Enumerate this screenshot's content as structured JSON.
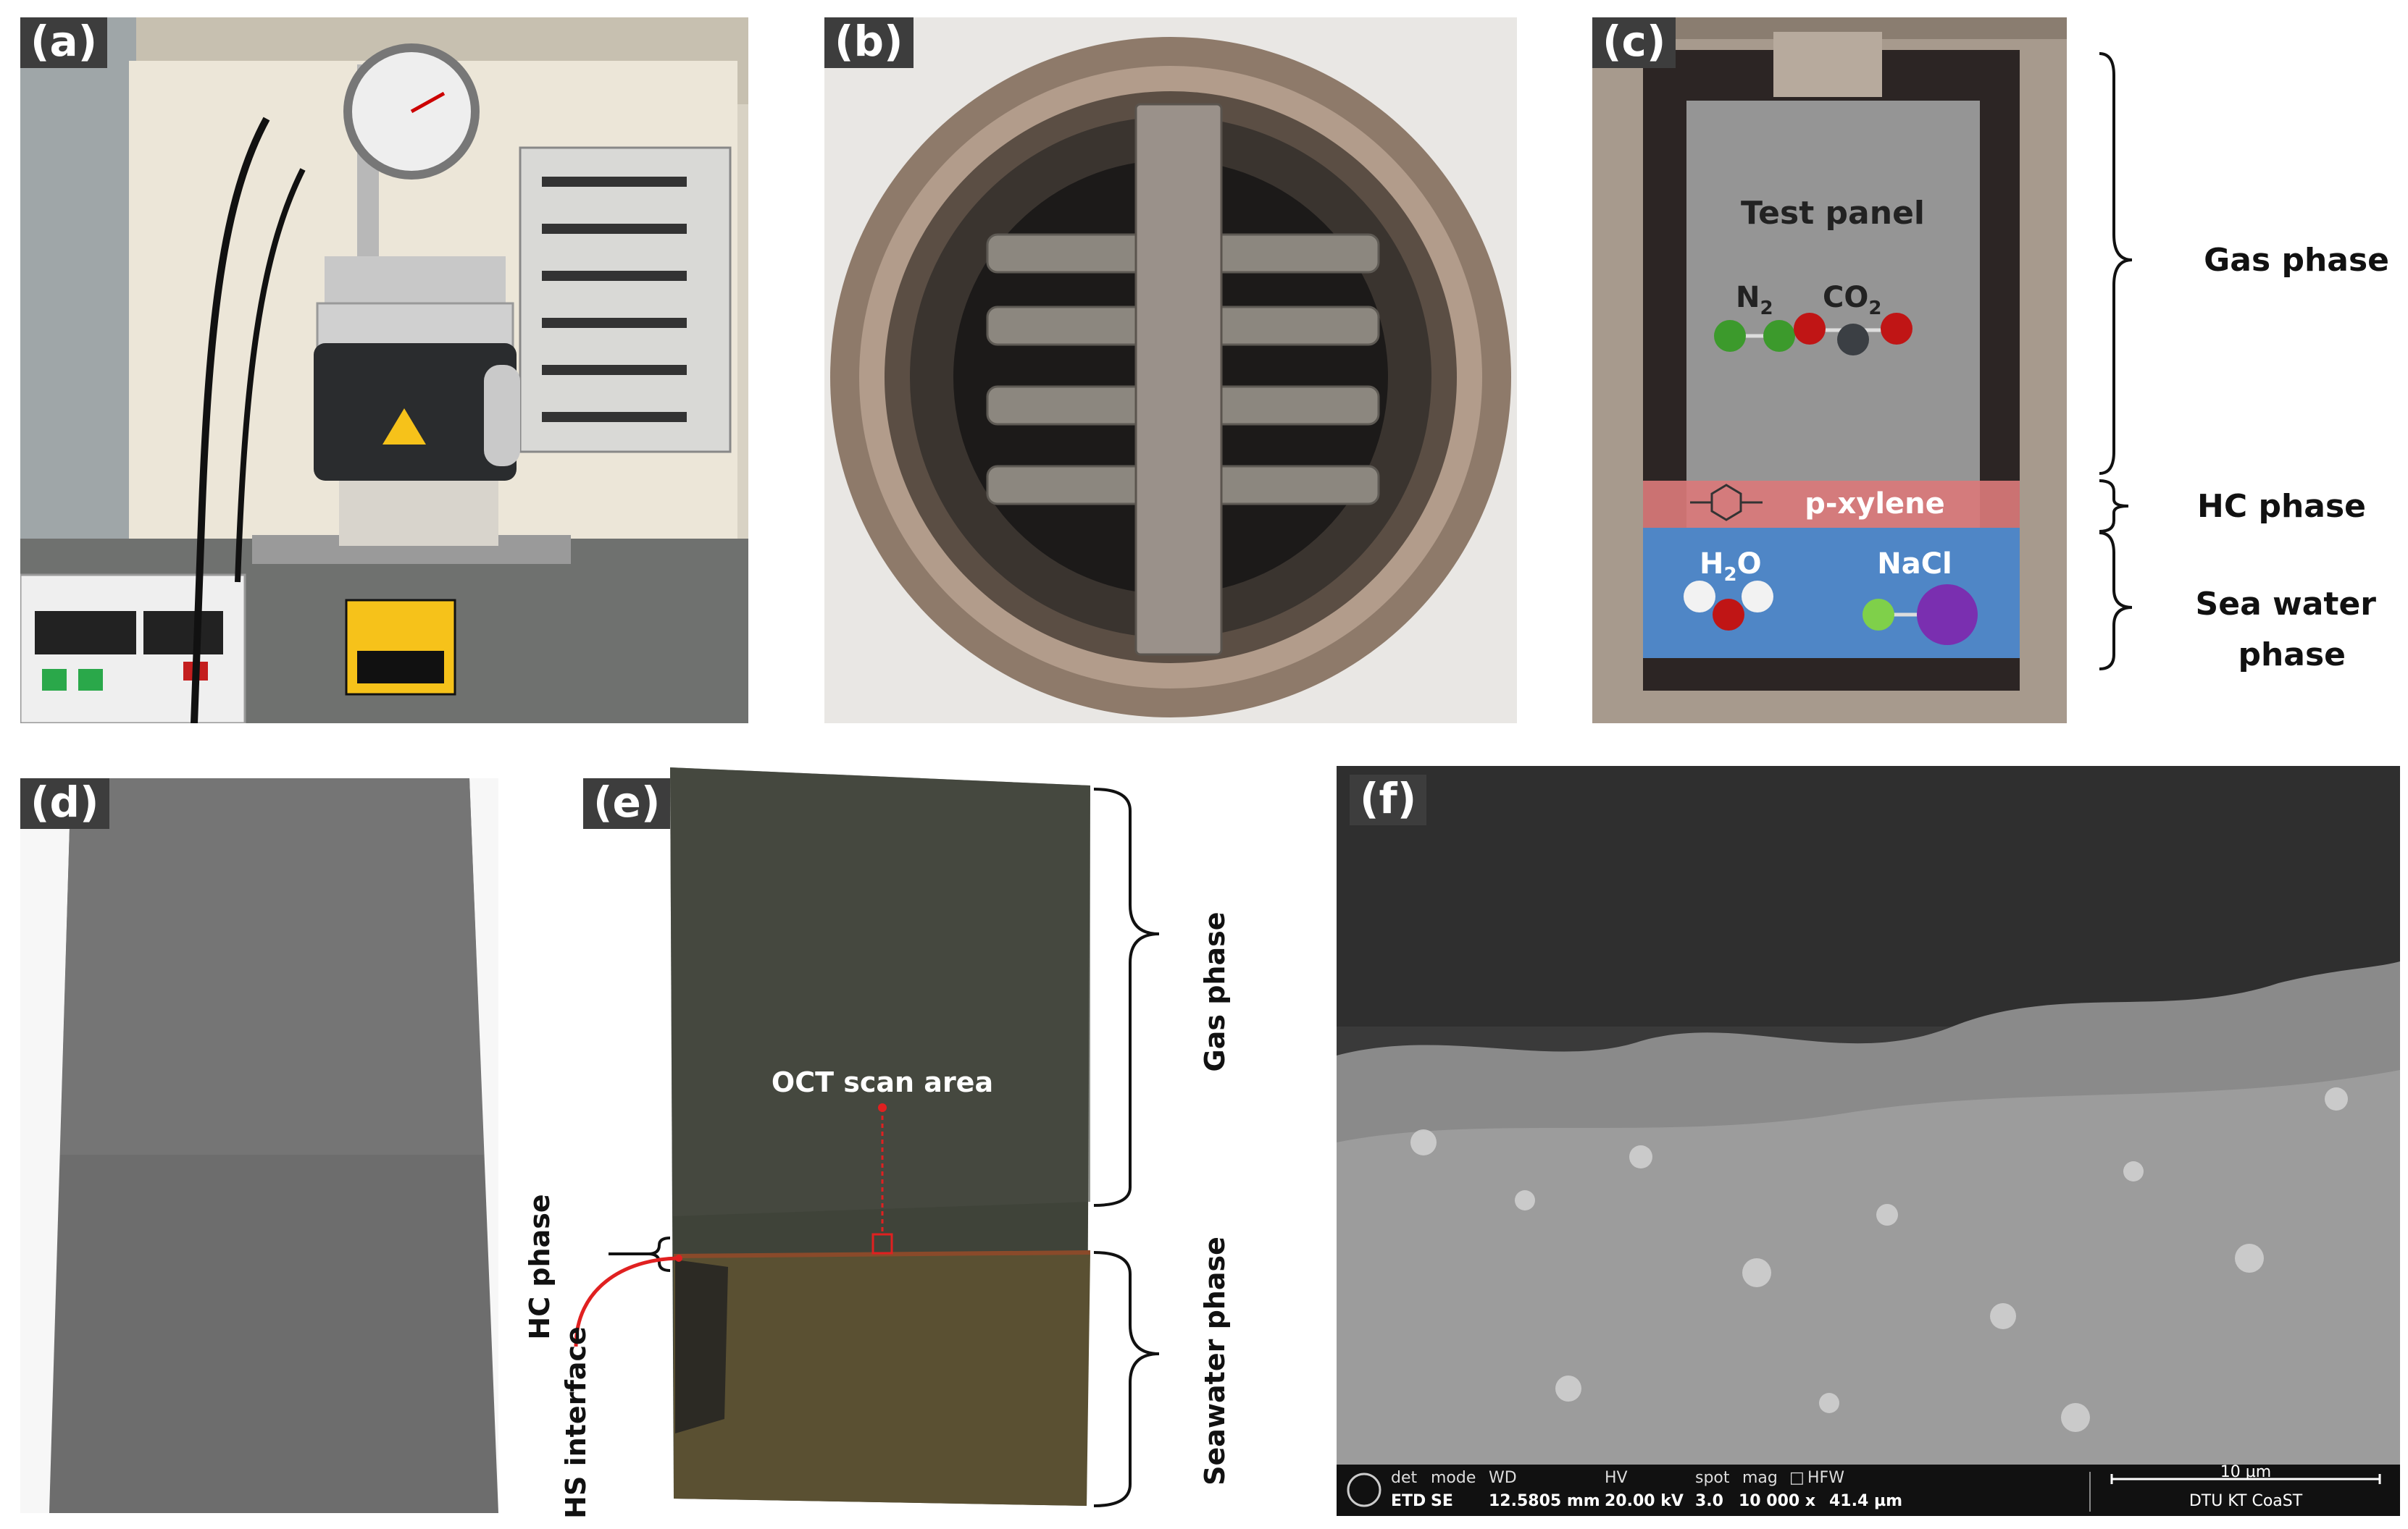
{
  "panels": {
    "a": {
      "label": "(a)"
    },
    "b": {
      "label": "(b)"
    },
    "c": {
      "label": "(c)",
      "test_panel": "Test panel",
      "n2": "N",
      "n2_sub": "2",
      "co2": "CO",
      "co2_sub": "2",
      "pxylene": "p-xylene",
      "h2o_h": "H",
      "h2o_sub": "2",
      "h2o_o": "O",
      "nacl": "NaCl",
      "gas_phase": "Gas phase",
      "hc_phase": "HC phase",
      "sea_water_1": "Sea water",
      "sea_water_2": "phase"
    },
    "d": {
      "label": "(d)"
    },
    "e": {
      "label": "(e)",
      "oct": "OCT scan area",
      "gas_phase": "Gas phase",
      "seawater_phase": "Seawater phase",
      "hc_phase": "HC phase",
      "hs_interface": "HS interface"
    },
    "f": {
      "label": "(f)",
      "sem_head": [
        "det",
        "mode",
        "WD",
        "HV",
        "spot",
        "mag",
        "□",
        "HFW"
      ],
      "sem_vals": [
        "ETD",
        "SE",
        "12.5805 mm",
        "20.00 kV",
        "3.0",
        "10 000 x",
        "41.4 µm"
      ],
      "scale": "10 µm",
      "inst": "DTU KT CoaST"
    }
  },
  "colors": {
    "steel": "#a79a8d",
    "coating": "#8a8a8a",
    "hc_band": "#d9787a",
    "water": "#4f86c6",
    "bracket": "#111111",
    "marker_red": "#e02020"
  }
}
